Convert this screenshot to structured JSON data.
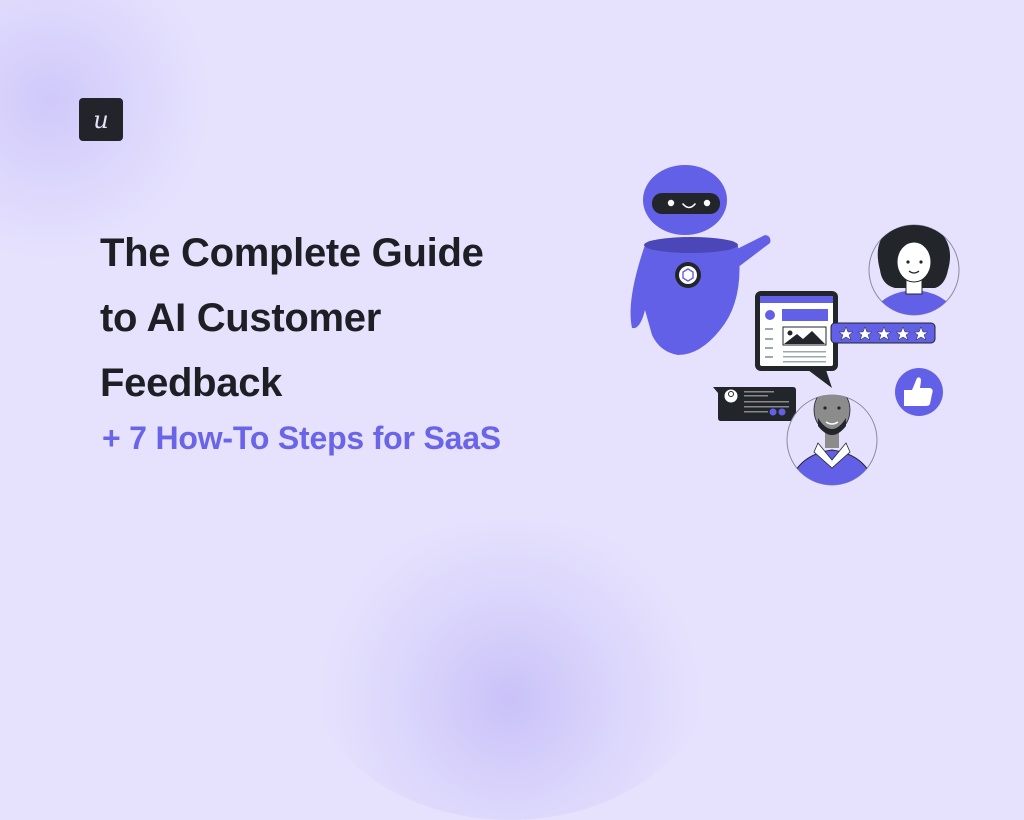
{
  "brand": {
    "logo_letter": "u"
  },
  "headline": {
    "lines": [
      "The Complete Guide",
      "to AI Customer",
      "Feedback"
    ],
    "subtitle": "+ 7 How-To Steps for SaaS"
  },
  "illustration": {
    "rating_stars": 5,
    "elements": [
      "robot",
      "woman-avatar",
      "review-card",
      "star-rating",
      "thumbs-up",
      "chat-bubble",
      "man-avatar"
    ]
  },
  "colors": {
    "background": "#e6e2fd",
    "accent": "#6a65e8",
    "dark": "#22262b",
    "title": "#1e1f24"
  }
}
